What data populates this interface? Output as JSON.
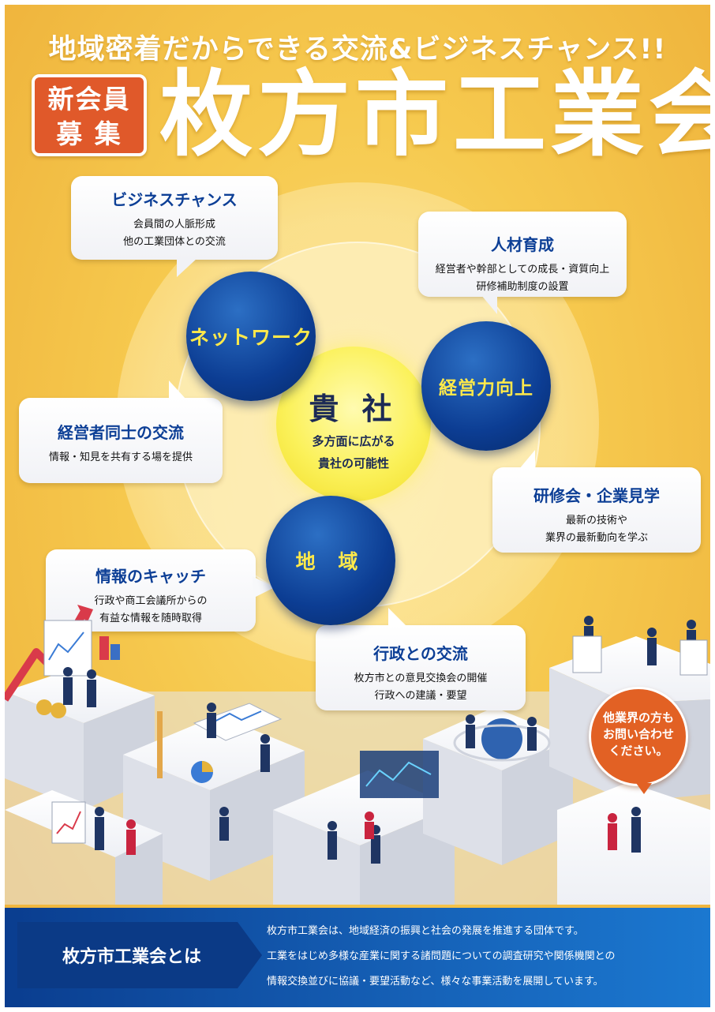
{
  "header": {
    "headline": "地域密着だからできる交流&ビジネスチャンス!!",
    "badge_line1": "新会員",
    "badge_line2": "募 集",
    "org_title": "枚方市工業会"
  },
  "center": {
    "title": "貴 社",
    "subtitle_line1": "多方面に広がる",
    "subtitle_line2": "貴社の可能性"
  },
  "pillars": {
    "network": "ネットワーク",
    "management": "経営力向上",
    "region": "地 域"
  },
  "bubbles": [
    {
      "title": "ビジネスチャンス",
      "lines": [
        "会員間の人脈形成",
        "他の工業団体との交流"
      ]
    },
    {
      "title": "人材育成",
      "lines": [
        "経営者や幹部としての成長・資質向上",
        "研修補助制度の設置"
      ]
    },
    {
      "title": "経営者同士の交流",
      "lines": [
        "情報・知見を共有する場を提供"
      ]
    },
    {
      "title": "研修会・企業見学",
      "lines": [
        "最新の技術や",
        "業界の最新動向を学ぶ"
      ]
    },
    {
      "title": "情報のキャッチ",
      "lines": [
        "行政や商工会議所からの",
        "有益な情報を随時取得"
      ]
    },
    {
      "title": "行政との交流",
      "lines": [
        "枚方市との意見交換会の開催",
        "行政への建議・要望"
      ]
    }
  ],
  "callout": {
    "line1": "他業界の方も",
    "line2": "お問い合わせ",
    "line3": "ください。"
  },
  "footer": {
    "label": "枚方市工業会とは",
    "desc_line1": "枚方市工業会は、地域経済の振興と社会の発展を推進する団体です。",
    "desc_line2": "工業をはじめ多様な産業に関する諸問題についての調査研究や関係機関との",
    "desc_line3": "情報交換並びに協議・要望活動など、様々な事業活動を展開しています。"
  },
  "colors": {
    "background": "#f6c94e",
    "accent_orange": "#e0592a",
    "navy": "#0c3d93",
    "yellow_text": "#ffe94a"
  }
}
